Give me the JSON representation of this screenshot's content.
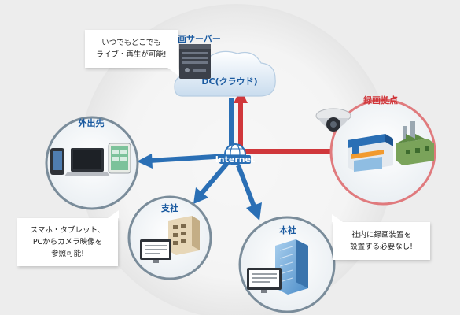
{
  "cloud": {
    "label": "DC(クラウド)",
    "server_label": "録画サーバー"
  },
  "hub": {
    "label": "Internet"
  },
  "sites": {
    "remote": {
      "label": "外出先"
    },
    "recording": {
      "label": "録画拠点"
    },
    "branch": {
      "label": "支社"
    },
    "headquarters": {
      "label": "本社"
    }
  },
  "callouts": {
    "anywhere": {
      "line1": "いつでもどこでも",
      "line2": "ライブ・再生が可能!"
    },
    "devices": {
      "line1": "スマホ・タブレット、",
      "line2": "PCからカメラ映像を",
      "line3": "参照可能!"
    },
    "office": {
      "line1": "社内に録画装置を",
      "line2": "設置する必要なし!"
    }
  },
  "colors": {
    "blue_arrow": "#2a6fb5",
    "red_arrow": "#d0373b",
    "ring_gray": "#7a8c9a",
    "ring_red": "#e07a7d",
    "label_blue": "#1a5aa0",
    "label_red": "#d0373b"
  },
  "icons": {
    "server": "server-rack-icon",
    "cloud": "cloud-icon",
    "globe": "globe-icon",
    "camera": "dome-camera-icon",
    "store": "convenience-store-icon",
    "factory": "factory-icon",
    "devices": "smartphone-laptop-tablet-icon",
    "building_small": "office-building-icon",
    "building_tall": "office-tower-icon",
    "monitor": "monitor-icon"
  }
}
